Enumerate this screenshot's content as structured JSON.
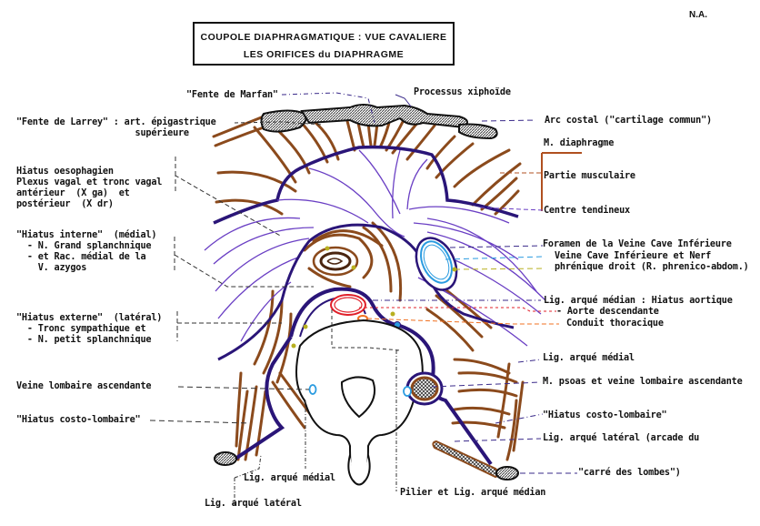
{
  "header": {
    "title_line1": "COUPOLE  DIAPHRAGMATIQUE  :  VUE  CAVALIERE",
    "title_line2": "LES ORIFICES  du  DIAPHRAGME",
    "author": "N.A."
  },
  "colors": {
    "muscle": "#8b4a1c",
    "tendon": "#6a3fc4",
    "border": "#2a1578",
    "bone_outline": "#111111",
    "ivc": "#2a9be0",
    "aorta": "#e0202a",
    "thoracic_duct": "#f07020",
    "nerve": "#b8b020",
    "esophagus": "#4a2510"
  },
  "labels_left": [
    {
      "id": "fente-marfan",
      "text": "\"Fente de Marfan\""
    },
    {
      "id": "fente-larrey",
      "text": "\"Fente de Larrey\" : art. épigastrique\n                      supérieure"
    },
    {
      "id": "hiatus-oesophagien",
      "text": "Hiatus oesophagien\nPlexus vagal et tronc vagal\nantérieur  (X ga)  et\npostérieur  (X dr)"
    },
    {
      "id": "hiatus-interne",
      "text": "\"Hiatus interne\"  (médial)\n  - N. Grand splanchnique\n  - et Rac. médial de la\n    V. azygos"
    },
    {
      "id": "hiatus-externe",
      "text": "\"Hiatus externe\"  (latéral)\n  - Tronc sympathique et\n  - N. petit splanchnique"
    },
    {
      "id": "veine-lombaire-left",
      "text": "Veine lombaire ascendante"
    },
    {
      "id": "hiatus-costo-lombaire-left",
      "text": "\"Hiatus costo-lombaire\""
    },
    {
      "id": "lig-arque-medial-bottom",
      "text": "Lig. arqué médial"
    },
    {
      "id": "lig-arque-lateral-bottom",
      "text": "Lig. arqué latéral"
    },
    {
      "id": "pilier",
      "text": "Pilier et Lig. arqué médian"
    }
  ],
  "labels_right": [
    {
      "id": "processus-xiphoide",
      "text": "Processus xiphoïde"
    },
    {
      "id": "arc-costal",
      "text": "Arc costal (\"cartilage commun\")"
    },
    {
      "id": "m-diaphragme",
      "text": "M. diaphragme"
    },
    {
      "id": "partie-musculaire",
      "text": "Partie musculaire"
    },
    {
      "id": "centre-tendineux",
      "text": "Centre tendineux"
    },
    {
      "id": "foramen-vci",
      "text": "Foramen de la Veine Cave Inférieure"
    },
    {
      "id": "vci-nerf",
      "text": "Veine Cave Inférieure et Nerf\nphrénique droit (R. phrenico-abdom.)"
    },
    {
      "id": "lig-arque-median",
      "text": "Lig. arqué médian : Hiatus aortique"
    },
    {
      "id": "aorte",
      "text": "- Aorte descendante"
    },
    {
      "id": "conduit",
      "text": "Conduit thoracique"
    },
    {
      "id": "lig-arque-medial-right",
      "text": "Lig. arqué médial"
    },
    {
      "id": "psoas",
      "text": "M. psoas et veine lombaire ascendante"
    },
    {
      "id": "hiatus-costo-lombaire-right",
      "text": "\"Hiatus costo-lombaire\""
    },
    {
      "id": "lig-arque-lateral-right",
      "text": "Lig. arqué latéral (arcade du"
    },
    {
      "id": "carre-lombes",
      "text": "\"carré des lombes\")"
    }
  ]
}
